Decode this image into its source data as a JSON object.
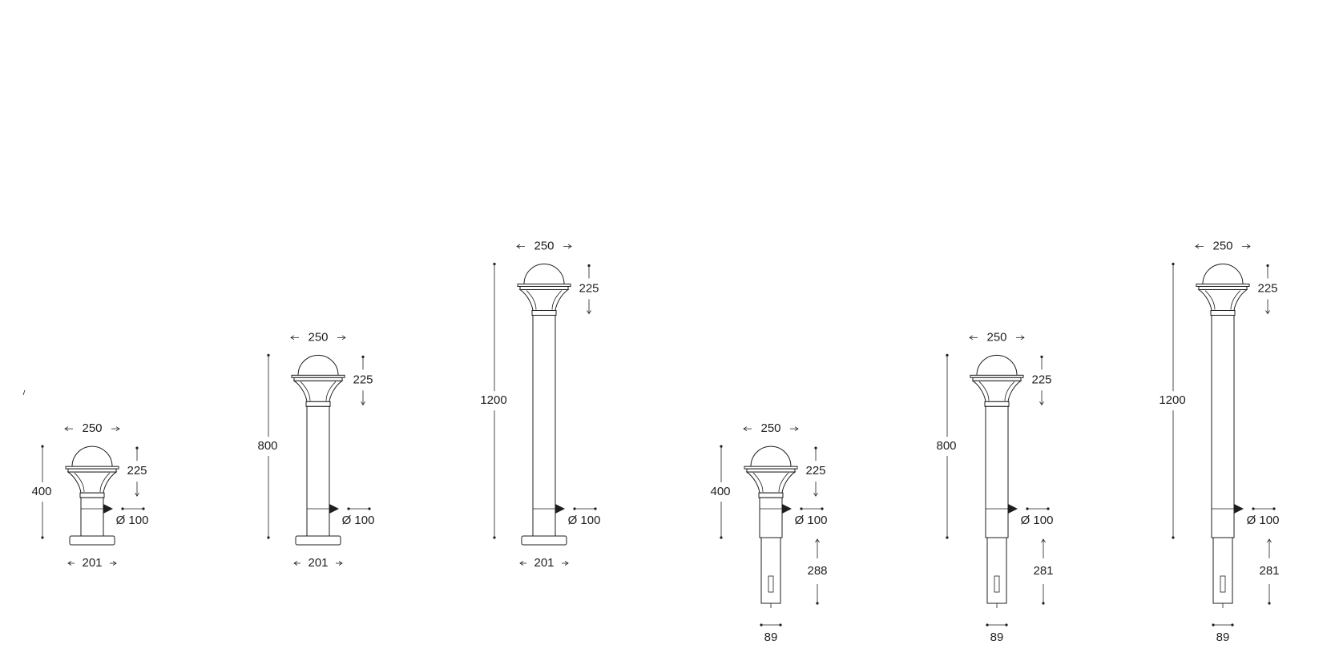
{
  "bollards": [
    {
      "id": "b1",
      "head_width": "250",
      "head_height": "225",
      "overall_height": "400",
      "pole_diameter": "Ø 100",
      "base_width": "201",
      "base": "flange",
      "pole_height_mm": 400
    },
    {
      "id": "b2",
      "head_width": "250",
      "head_height": "225",
      "overall_height": "800",
      "pole_diameter": "Ø 100",
      "base_width": "201",
      "base": "flange",
      "pole_height_mm": 800
    },
    {
      "id": "b3",
      "head_width": "250",
      "head_height": "225",
      "overall_height": "1200",
      "pole_diameter": "Ø 100",
      "base_width": "201",
      "base": "flange",
      "pole_height_mm": 1200
    },
    {
      "id": "b4",
      "head_width": "250",
      "head_height": "225",
      "overall_height": "400",
      "pole_diameter": "Ø 100",
      "spike_length": "288",
      "spike_width": "89",
      "base": "spike",
      "pole_height_mm": 400
    },
    {
      "id": "b5",
      "head_width": "250",
      "head_height": "225",
      "overall_height": "800",
      "pole_diameter": "Ø 100",
      "spike_length": "281",
      "spike_width": "89",
      "base": "spike",
      "pole_height_mm": 800
    },
    {
      "id": "b6",
      "head_width": "250",
      "head_height": "225",
      "overall_height": "1200",
      "pole_diameter": "Ø 100",
      "spike_length": "281",
      "spike_width": "89",
      "base": "spike",
      "pole_height_mm": 1200
    }
  ]
}
